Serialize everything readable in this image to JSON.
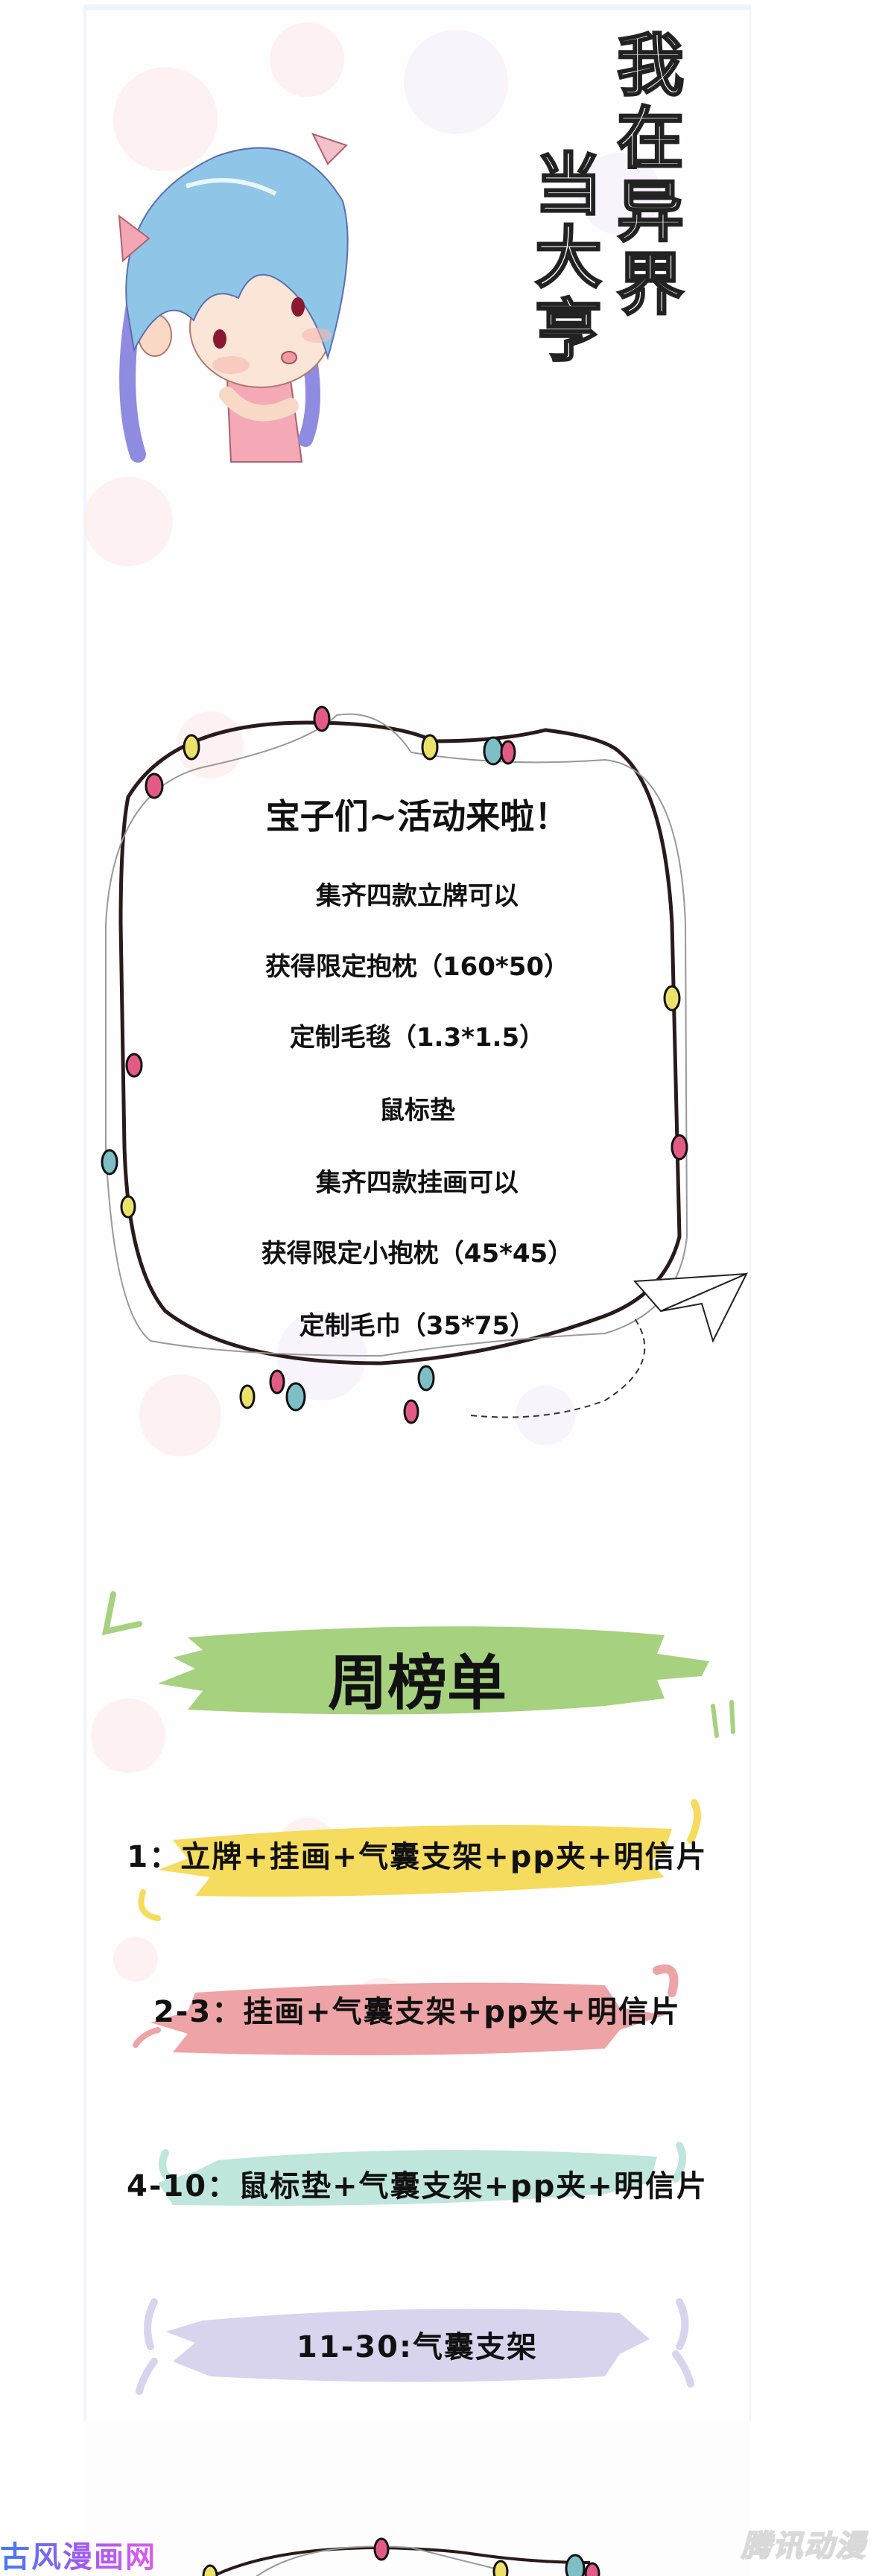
{
  "header": {
    "title_vertical_col1": "我在异界",
    "title_vertical_col2": "当大亨",
    "mascot": "chibi-girl-blue-hair"
  },
  "event_card": {
    "heading": "宝子们~活动来啦！",
    "lines": [
      "集齐四款立牌可以",
      "获得限定抱枕（160*50）",
      "定制毛毯（1.3*1.5）",
      "鼠标垫",
      "集齐四款挂画可以",
      "获得限定小抱枕（45*45）",
      "定制毛巾（35*75）"
    ],
    "light_colors": [
      "#e35b84",
      "#ece26a",
      "#7dbfc4"
    ]
  },
  "weekly_ranking": {
    "title": "周榜单",
    "title_brush_color": "#a6d17f",
    "tiers": [
      {
        "rank": "1：",
        "reward": "立牌+挂画+气囊支架+pp夹+明信片",
        "brush_color": "#f6dc5e"
      },
      {
        "rank": "2-3：",
        "reward": "挂画+气囊支架+pp夹+明信片",
        "brush_color": "#eea3a6"
      },
      {
        "rank": "4-10：",
        "reward": "鼠标垫+气囊支架+pp夹+明信片",
        "brush_color": "#bfe6dc"
      },
      {
        "rank": "11-30:",
        "reward": "气囊支架",
        "brush_color": "#d9d4ee"
      }
    ]
  },
  "watermarks": {
    "left": "古风漫画网",
    "right": "腾讯动漫"
  }
}
